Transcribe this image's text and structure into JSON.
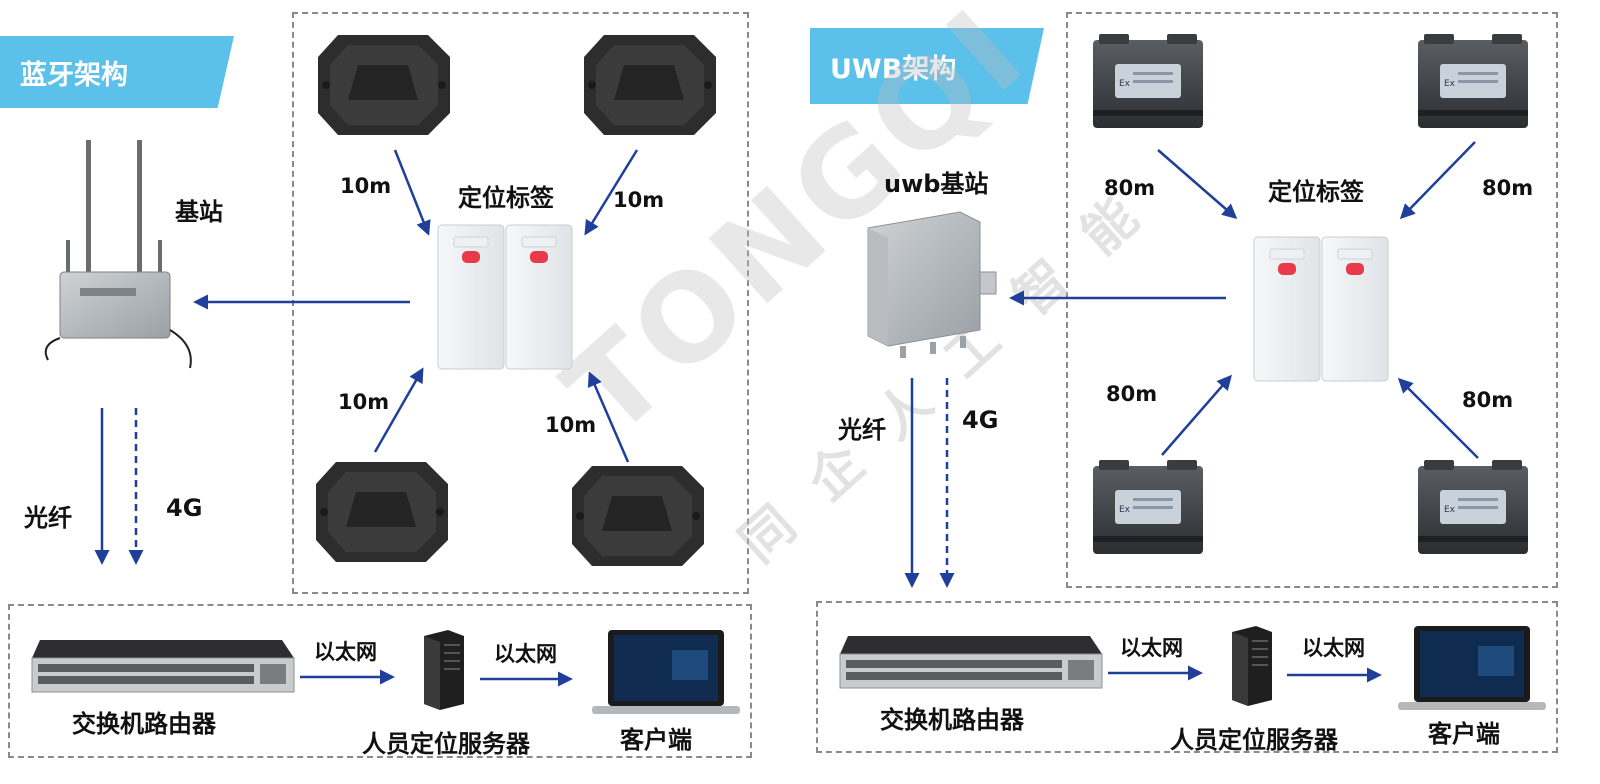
{
  "left": {
    "title": "蓝牙架构",
    "base_station_label": "基站",
    "tag_label": "定位标签",
    "distances": [
      "10m",
      "10m",
      "10m",
      "10m"
    ],
    "fiber_label": "光纤",
    "fourg_label": "4G",
    "switch_label": "交换机路由器",
    "ethernet_1": "以太网",
    "ethernet_2": "以太网",
    "server_label": "人员定位服务器",
    "client_label": "客户端"
  },
  "right": {
    "title": "UWB架构",
    "base_station_label": "uwb基站",
    "tag_label": "定位标签",
    "distances": [
      "80m",
      "80m",
      "80m",
      "80m"
    ],
    "fiber_label": "光纤",
    "fourg_label": "4G",
    "switch_label": "交换机路由器",
    "ethernet_1": "以太网",
    "ethernet_2": "以太网",
    "server_label": "人员定位服务器",
    "client_label": "客户端"
  },
  "watermark": {
    "brand": "TONGQI",
    "cn": "同企人工智能"
  },
  "colors": {
    "banner": "#5bc0ea",
    "arrow": "#1f3f9a",
    "beacon": "#2a2a2a",
    "dash": "#8a8a8a"
  }
}
